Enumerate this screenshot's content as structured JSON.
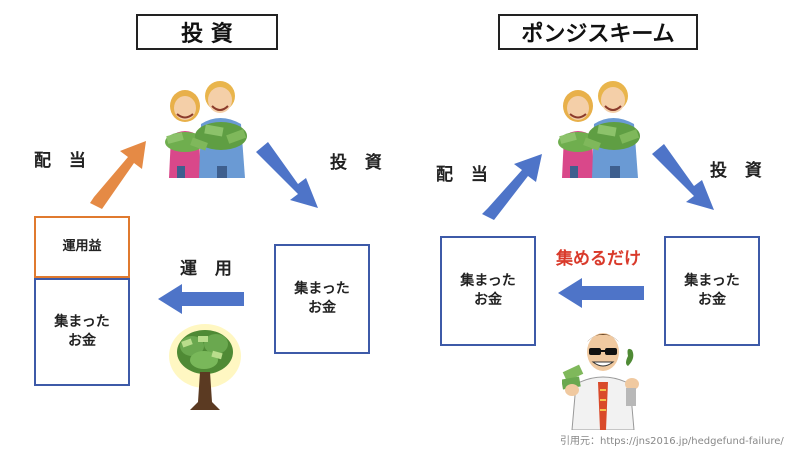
{
  "left": {
    "title": "投 資",
    "label_dividend": "配 当",
    "label_invest": "投 資",
    "label_operate": "運 用",
    "box_profit": "運用益",
    "box_collected_line1": "集まった",
    "box_collected_line2": "お金",
    "box_right_line1": "集まった",
    "box_right_line2": "お金"
  },
  "right": {
    "title": "ポンジスキーム",
    "label_dividend": "配 当",
    "label_invest": "投 資",
    "label_collect_only": "集めるだけ",
    "box_left_line1": "集まった",
    "box_left_line2": "お金",
    "box_right_line1": "集まった",
    "box_right_line2": "お金"
  },
  "source": "引用元：https://jns2016.jp/hedgefund-failure/",
  "colors": {
    "arrow_blue": "#4e74c8",
    "arrow_orange": "#e58a45",
    "box_blue": "#3d5aa8",
    "box_orange": "#e07a2f",
    "highlight_red": "#d93a2b"
  }
}
